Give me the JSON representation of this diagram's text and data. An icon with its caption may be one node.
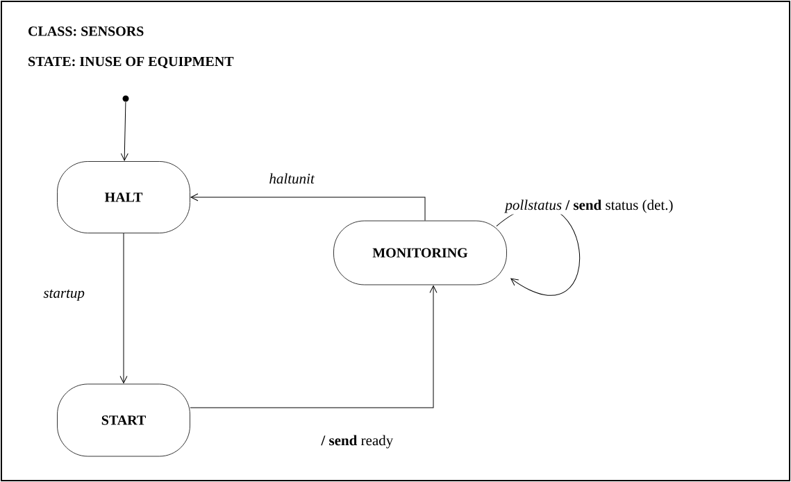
{
  "diagram": {
    "nodes": [
      {
        "text": [],
        "shape": "circle"
      },
      {
        "text": [
          "HALT"
        ]
      },
      {
        "text": [
          "START"
        ]
      },
      {
        "text": [
          "MONITORING"
        ]
      }
    ],
    "edges": [
      {
        "from": 0,
        "to": 1,
        "arrow": "to"
      },
      {
        "from": 1,
        "to": 2,
        "arrow": "to",
        "label": "*startup*"
      },
      {
        "from": 2,
        "to": 3,
        "arrow": "to",
        "label": "**/ send** ready"
      },
      {
        "from": 3,
        "to": 1,
        "arrow": "to",
        "label": "*haltunit*"
      },
      {
        "from": 3,
        "to": 3,
        "arrow": "to",
        "label": "*pollstatus* **/ send** status (det.)"
      }
    ],
    "labels": [
      "CLASS: SENSORS",
      "STATE: INUSE OF EQUIPMENT"
    ]
  }
}
